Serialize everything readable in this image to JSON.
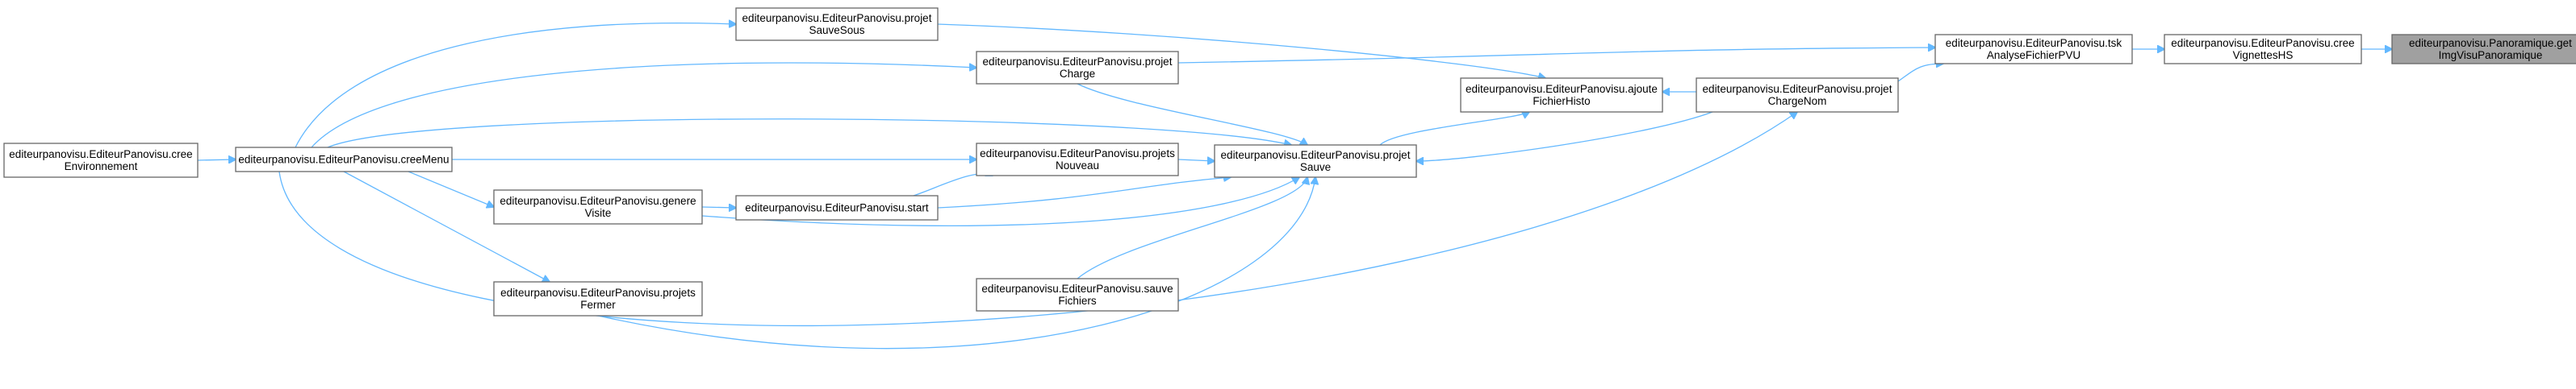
{
  "nodes": [
    {
      "id": "getImgVisuPanoramique",
      "lines": [
        "editeurpanovisu.Panoramique.get",
        "ImgVisuPanoramique"
      ],
      "highlight": true
    },
    {
      "id": "creeVignettesHS",
      "lines": [
        "editeurpanovisu.EditeurPanovisu.cree",
        "VignettesHS"
      ]
    },
    {
      "id": "tskAnalyseFichierPVU",
      "lines": [
        "editeurpanovisu.EditeurPanovisu.tsk",
        "AnalyseFichierPVU"
      ]
    },
    {
      "id": "projetChargeNom",
      "lines": [
        "editeurpanovisu.EditeurPanovisu.projet",
        "ChargeNom"
      ]
    },
    {
      "id": "ajouteFichierHisto",
      "lines": [
        "editeurpanovisu.EditeurPanovisu.ajoute",
        "FichierHisto"
      ]
    },
    {
      "id": "projetSauveSous",
      "lines": [
        "editeurpanovisu.EditeurPanovisu.projet",
        "SauveSous"
      ]
    },
    {
      "id": "projetCharge",
      "lines": [
        "editeurpanovisu.EditeurPanovisu.projet",
        "Charge"
      ]
    },
    {
      "id": "projetSauve",
      "lines": [
        "editeurpanovisu.EditeurPanovisu.projet",
        "Sauve"
      ]
    },
    {
      "id": "projetsNouveau",
      "lines": [
        "editeurpanovisu.EditeurPanovisu.projets",
        "Nouveau"
      ]
    },
    {
      "id": "start",
      "lines": [
        "editeurpanovisu.EditeurPanovisu.start"
      ]
    },
    {
      "id": "sauveFichiers",
      "lines": [
        "editeurpanovisu.EditeurPanovisu.sauve",
        "Fichiers"
      ]
    },
    {
      "id": "genereVisite",
      "lines": [
        "editeurpanovisu.EditeurPanovisu.genere",
        "Visite"
      ]
    },
    {
      "id": "projetsFermer",
      "lines": [
        "editeurpanovisu.EditeurPanovisu.projets",
        "Fermer"
      ]
    },
    {
      "id": "creeMenu",
      "lines": [
        "editeurpanovisu.EditeurPanovisu.creeMenu"
      ]
    },
    {
      "id": "creeEnvironnement",
      "lines": [
        "editeurpanovisu.EditeurPanovisu.cree",
        "Environnement"
      ]
    }
  ],
  "edges": [
    {
      "from": "creeVignettesHS",
      "to": "getImgVisuPanoramique"
    },
    {
      "from": "tskAnalyseFichierPVU",
      "to": "creeVignettesHS"
    },
    {
      "from": "projetChargeNom",
      "to": "tskAnalyseFichierPVU"
    },
    {
      "from": "projetCharge",
      "to": "tskAnalyseFichierPVU"
    },
    {
      "from": "projetChargeNom",
      "to": "ajouteFichierHisto"
    },
    {
      "from": "projetSauve",
      "to": "ajouteFichierHisto"
    },
    {
      "from": "projetSauveSous",
      "to": "ajouteFichierHisto"
    },
    {
      "from": "projetChargeNom",
      "to": "projetSauve"
    },
    {
      "from": "creeMenu",
      "to": "projetSauveSous"
    },
    {
      "from": "creeMenu",
      "to": "projetCharge"
    },
    {
      "from": "projetCharge",
      "to": "projetSauve"
    },
    {
      "from": "creeMenu",
      "to": "projetSauve"
    },
    {
      "from": "creeMenu",
      "to": "projetsNouveau"
    },
    {
      "from": "start",
      "to": "projetsNouveau"
    },
    {
      "from": "projetsNouveau",
      "to": "projetSauve"
    },
    {
      "from": "start",
      "to": "projetSauve"
    },
    {
      "from": "genereVisite",
      "to": "projetSauve"
    },
    {
      "from": "sauveFichiers",
      "to": "projetSauve"
    },
    {
      "from": "projetsFermer",
      "to": "projetSauve"
    },
    {
      "from": "genereVisite",
      "to": "start"
    },
    {
      "from": "creeMenu",
      "to": "genereVisite"
    },
    {
      "from": "creeMenu",
      "to": "projetsFermer"
    },
    {
      "from": "creeMenu",
      "to": "projetChargeNom"
    },
    {
      "from": "creeEnvironnement",
      "to": "creeMenu"
    }
  ]
}
